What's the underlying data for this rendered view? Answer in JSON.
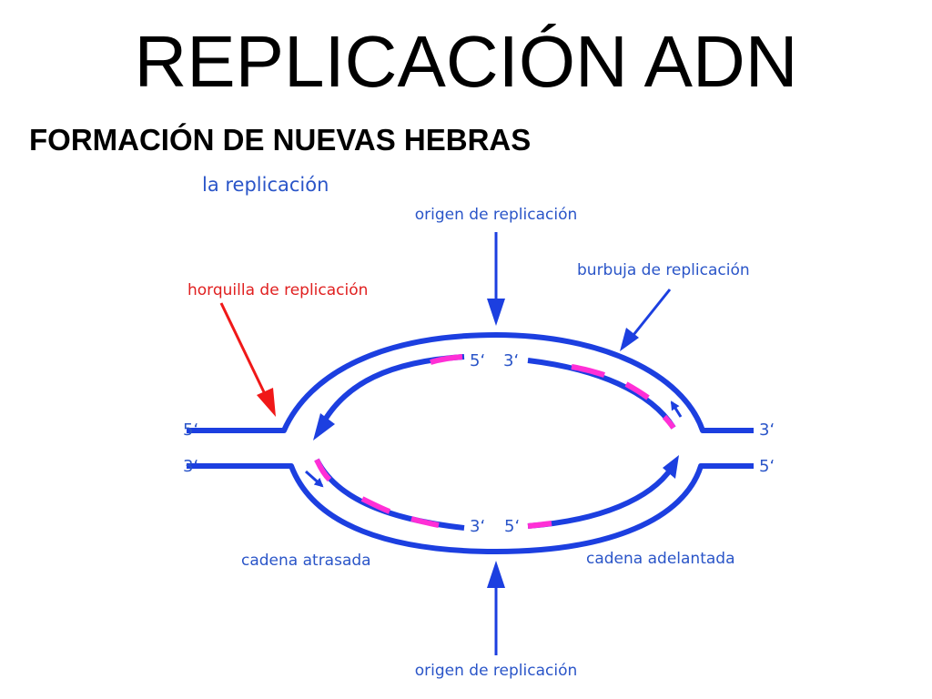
{
  "slide": {
    "title": "REPLICACIÓN ADN",
    "subtitle": "FORMACIÓN DE NUEVAS HEBRAS"
  },
  "diagram": {
    "heading": "la replicación",
    "labels": {
      "origin_top": "origen de replicación",
      "origin_bottom": "origen de replicación",
      "bubble": "burbuja de replicación",
      "fork": "horquilla de replicación",
      "lagging": "cadena atrasada",
      "leading": "cadena adelantada"
    },
    "ends": {
      "left_top": "5‘",
      "left_bottom": "3‘",
      "right_top": "3‘",
      "right_bottom": "5‘",
      "inner_top_left": "5‘",
      "inner_top_right": "3‘",
      "inner_bottom_left": "3‘",
      "inner_bottom_right": "5‘"
    },
    "colors": {
      "strand": "#1c3fe0",
      "primer": "#ff2fd6",
      "fork_arrow": "#f01818",
      "label_blue": "#2a55c8",
      "label_red": "#e02020"
    }
  }
}
